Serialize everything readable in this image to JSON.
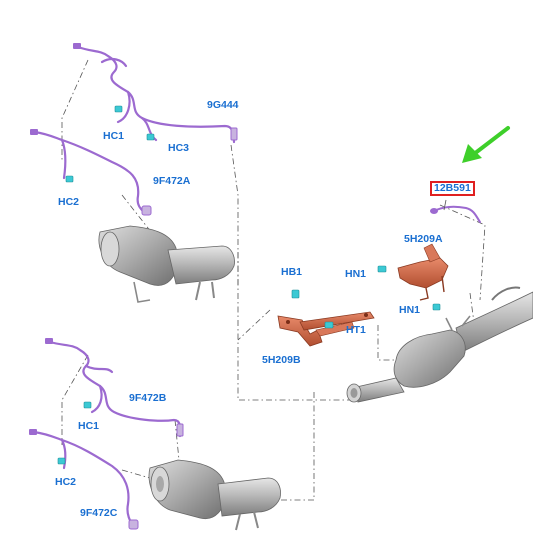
{
  "labels": {
    "l_9g444": "9G444",
    "l_hc1_top": "HC1",
    "l_hc3": "HC3",
    "l_9f472a": "9F472A",
    "l_hc2_top": "HC2",
    "l_12b591": "12B591",
    "l_5h209a": "5H209A",
    "l_hn1_a": "HN1",
    "l_hn1_b": "HN1",
    "l_hb1": "HB1",
    "l_ht1": "HT1",
    "l_5h209b": "5H209B",
    "l_9f472b": "9F472B",
    "l_hc1_bot": "HC1",
    "l_hc2_bot": "HC2",
    "l_9f472c": "9F472C"
  },
  "highlighted": "12B591",
  "colors": {
    "label": "#1a6fd1",
    "highlight_box": "#e02020",
    "pointer_arrow": "#3ecf2a",
    "wire": "#9c6ad0",
    "bracket": "#cf6a4a",
    "clip": "#3cc9d4",
    "metal": "#b8b8b8"
  }
}
